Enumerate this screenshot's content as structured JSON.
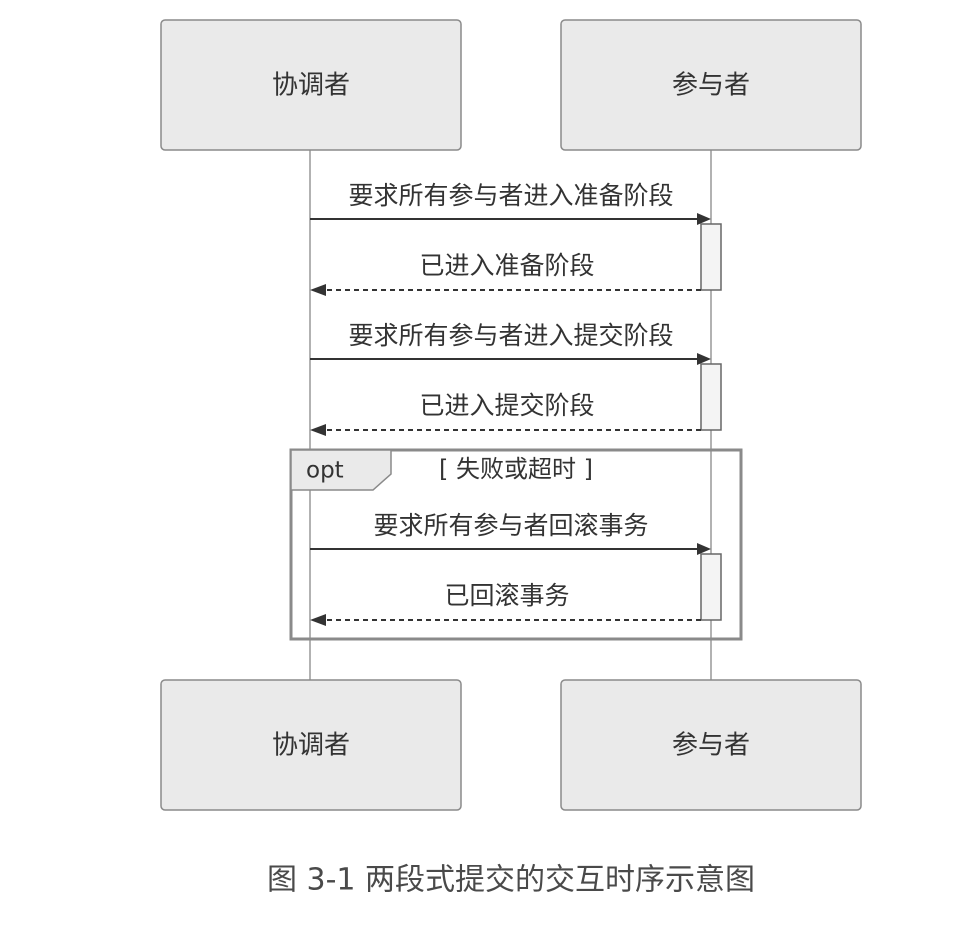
{
  "participants": [
    {
      "id": "coordinator",
      "label": "协调者"
    },
    {
      "id": "participant",
      "label": "参与者"
    }
  ],
  "messages": [
    {
      "from": "coordinator",
      "to": "participant",
      "kind": "sync",
      "label": "要求所有参与者进入准备阶段"
    },
    {
      "from": "participant",
      "to": "coordinator",
      "kind": "reply",
      "label": "已进入准备阶段"
    },
    {
      "from": "coordinator",
      "to": "participant",
      "kind": "sync",
      "label": "要求所有参与者进入提交阶段"
    },
    {
      "from": "participant",
      "to": "coordinator",
      "kind": "reply",
      "label": "已进入提交阶段"
    },
    {
      "from": "coordinator",
      "to": "participant",
      "kind": "sync",
      "label": "要求所有参与者回滚事务"
    },
    {
      "from": "participant",
      "to": "coordinator",
      "kind": "reply",
      "label": "已回滚事务"
    }
  ],
  "fragment": {
    "keyword": "opt",
    "condition": "[ 失败或超时 ]"
  },
  "caption": "图 3-1 两段式提交的交互时序示意图",
  "colors": {
    "box_fill": "#eaeaea",
    "box_stroke": "#8a8a8a",
    "text": "#333333",
    "caption": "#4a4a4a"
  }
}
